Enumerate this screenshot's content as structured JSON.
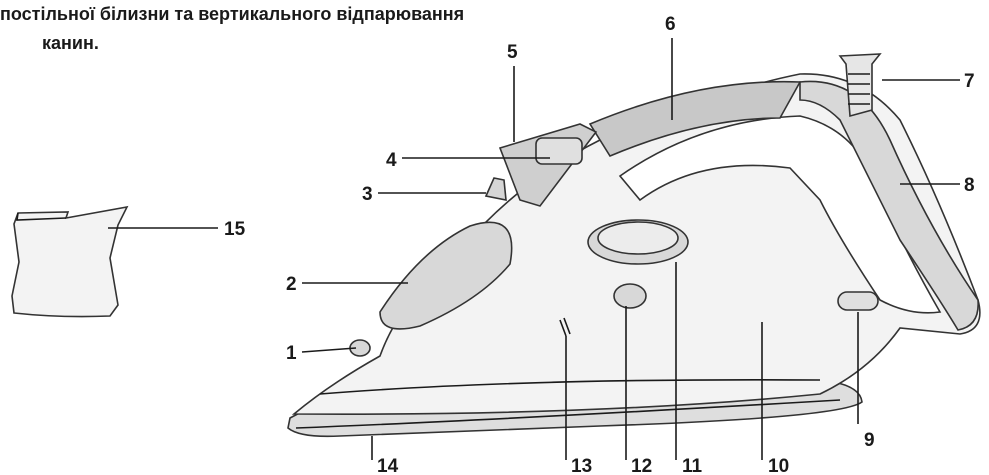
{
  "intro_text": {
    "line1": "постільної білизни та вертикального відпарювання",
    "line2": "канин."
  },
  "colors": {
    "body_light": "#f3f3f3",
    "body_mid": "#dcdcdc",
    "body_dark": "#c6c6c6",
    "outline": "#333333",
    "text": "#1a1a1a"
  },
  "callouts": [
    {
      "id": "1",
      "label": "1"
    },
    {
      "id": "2",
      "label": "2"
    },
    {
      "id": "3",
      "label": "3"
    },
    {
      "id": "4",
      "label": "4"
    },
    {
      "id": "5",
      "label": "5"
    },
    {
      "id": "6",
      "label": "6"
    },
    {
      "id": "7",
      "label": "7"
    },
    {
      "id": "8",
      "label": "8"
    },
    {
      "id": "9",
      "label": "9"
    },
    {
      "id": "10",
      "label": "10"
    },
    {
      "id": "11",
      "label": "11"
    },
    {
      "id": "12",
      "label": "12"
    },
    {
      "id": "13",
      "label": "13"
    },
    {
      "id": "14",
      "label": "14"
    },
    {
      "id": "15",
      "label": "15"
    }
  ]
}
